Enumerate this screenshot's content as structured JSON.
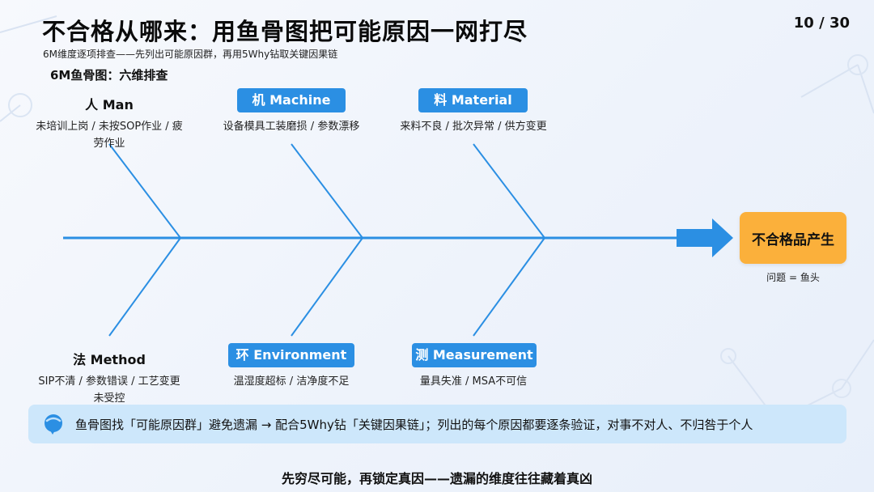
{
  "header": {
    "title": "不合格从哪来：用鱼骨图把可能原因一网打尽",
    "subtitle": "6M维度逐项排查——先列出可能原因群，再用5Why钻取关键因果链",
    "page_number": "10 / 30"
  },
  "diagram": {
    "section_title": "6M鱼骨图：六维排查",
    "head_label": "不合格品产生",
    "head_caption": "问题 = 鱼头",
    "categories": [
      {
        "label": "人 Man",
        "causes": "未培训上岗 / 未按SOP作业 / 疲劳作业",
        "style": "plain"
      },
      {
        "label": "机 Machine",
        "causes": "设备模具工装磨损 / 参数漂移",
        "style": "pill"
      },
      {
        "label": "料 Material",
        "causes": "来料不良 / 批次异常 / 供方变更",
        "style": "pill"
      },
      {
        "label": "法 Method",
        "causes": "SIP不清 / 参数错误 / 工艺变更未受控",
        "style": "plain"
      },
      {
        "label": "环 Environment",
        "causes": "温湿度超标 / 洁净度不足",
        "style": "pill"
      },
      {
        "label": "测 Measurement",
        "causes": "量具失准 / MSA不可信",
        "style": "pill"
      }
    ]
  },
  "tip": {
    "icon": "chat-bubble-icon",
    "text": "鱼骨图找「可能原因群」避免遗漏 → 配合5Why钻「关键因果链」；列出的每个原因都要逐条验证，对事不对人、不归咎于个人"
  },
  "footer": {
    "text": "先穷尽可能，再锁定真因——遗漏的维度往往藏着真凶"
  },
  "colors": {
    "spine": "#2b8fe3",
    "pill": "#2b8fe3",
    "head": "#fbb03b",
    "tip_bg": "#cde7fb"
  }
}
